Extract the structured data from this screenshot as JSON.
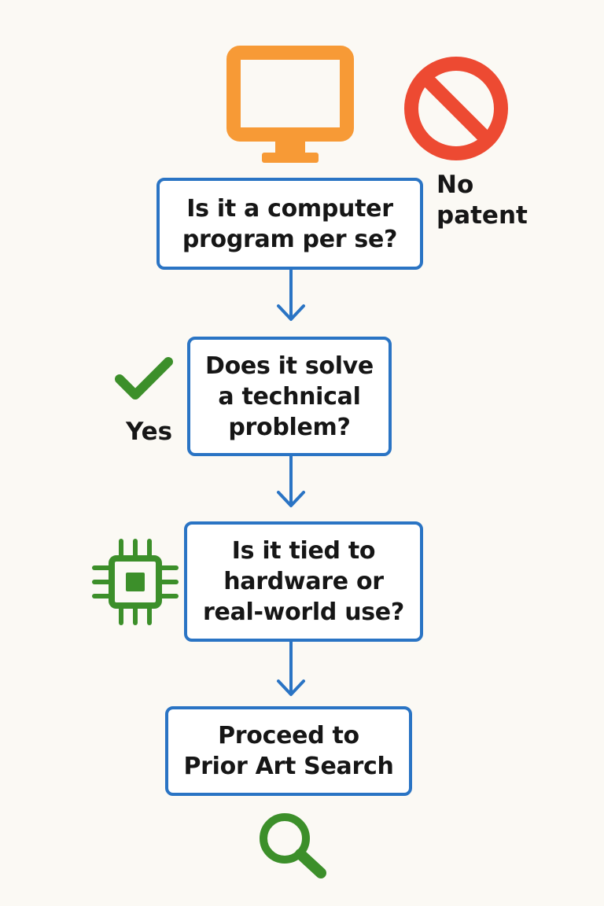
{
  "colors": {
    "background": "#fbf9f4",
    "box_border": "#2a74c4",
    "connector": "#2a74c4",
    "computer_icon": "#f79a36",
    "prohibited_icon": "#ed4a32",
    "check_icon": "#3c8f2a",
    "chip_icon": "#3c8f2a",
    "search_icon": "#3c8f2a",
    "text": "#161616"
  },
  "icons": {
    "top": "computer-monitor-icon",
    "reject": "prohibited-icon",
    "yes": "checkmark-icon",
    "hardware": "microchip-icon",
    "search": "magnifying-glass-icon"
  },
  "steps": [
    {
      "lines": [
        "Is it a computer",
        "program per se?"
      ]
    },
    {
      "lines": [
        "Does it solve",
        "a technical",
        "problem?"
      ]
    },
    {
      "lines": [
        "Is it tied to",
        "hardware or",
        "real-world use?"
      ]
    },
    {
      "lines": [
        "Proceed to",
        "Prior Art Search"
      ]
    }
  ],
  "side_labels": {
    "no_patent": [
      "No",
      "patent"
    ],
    "yes": "Yes"
  }
}
